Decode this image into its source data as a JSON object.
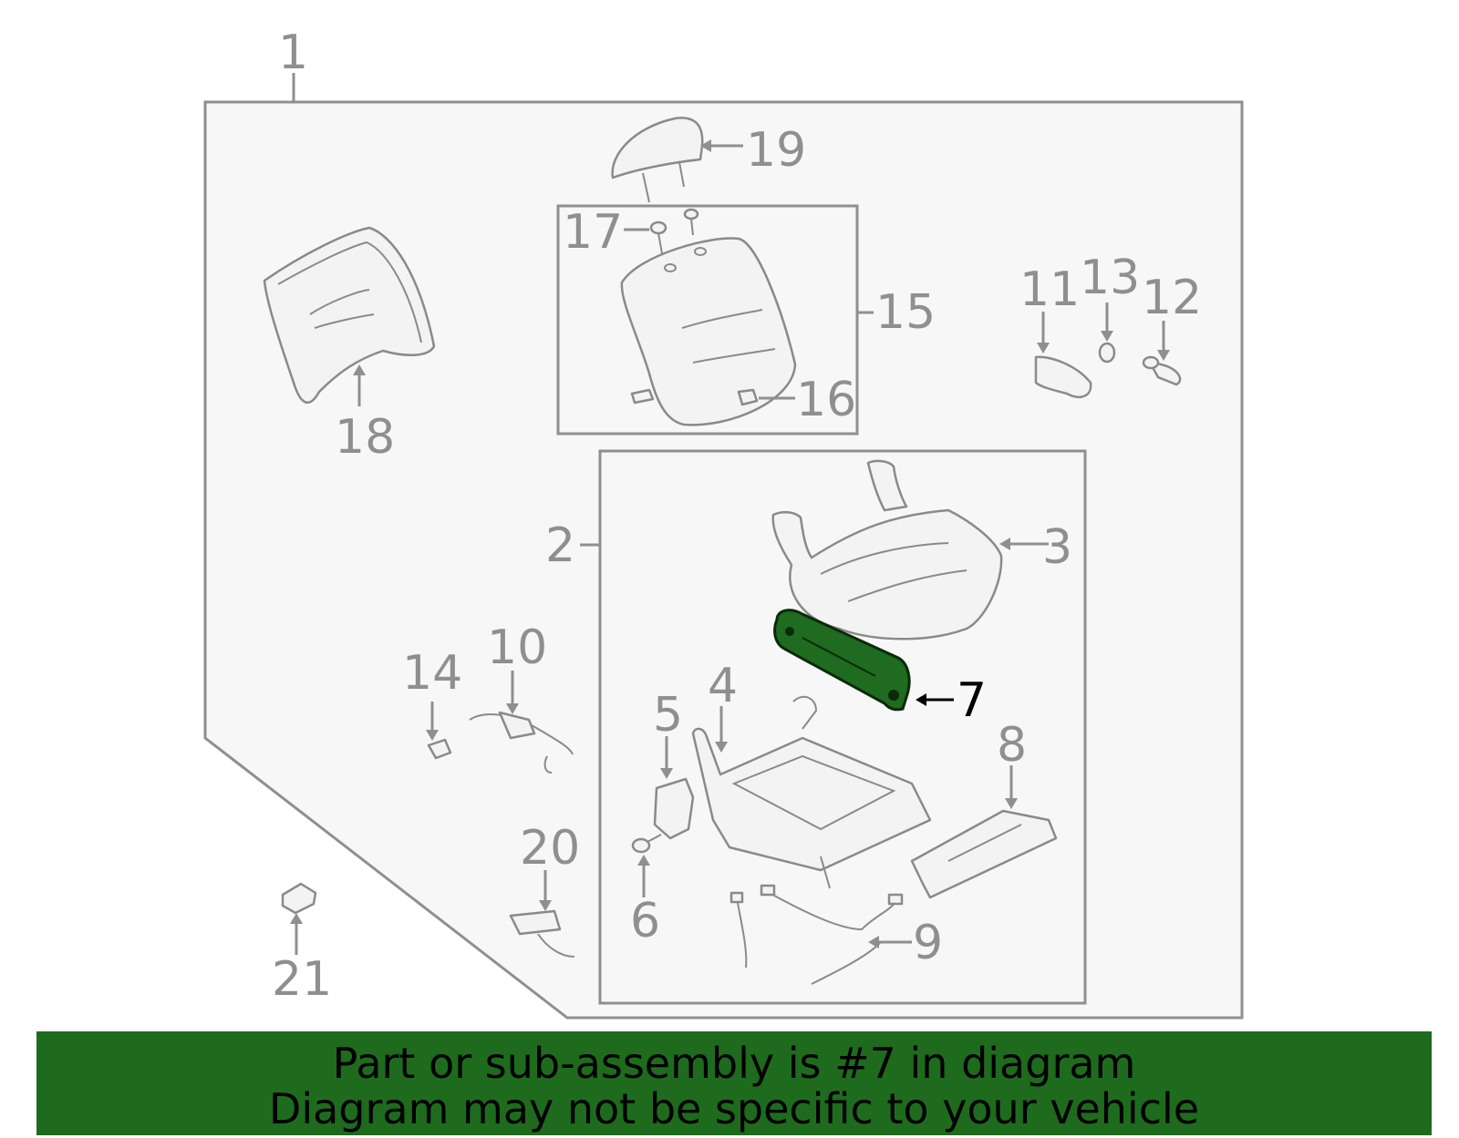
{
  "callouts": {
    "c1": "1",
    "c2": "2",
    "c3": "3",
    "c4": "4",
    "c5": "5",
    "c6": "6",
    "c7": "7",
    "c8": "8",
    "c9": "9",
    "c10": "10",
    "c11": "11",
    "c12": "12",
    "c13": "13",
    "c14": "14",
    "c15": "15",
    "c16": "16",
    "c17": "17",
    "c18": "18",
    "c19": "19",
    "c20": "20",
    "c21": "21"
  },
  "highlighted_part": "7",
  "colors": {
    "highlight": "#1f6b1f",
    "banner": "#1e6b1e",
    "callout": "#8f8f8f"
  },
  "banner": {
    "line1": "Part or sub-assembly is #7 in diagram",
    "line2": "Diagram may not be specific to your vehicle"
  }
}
